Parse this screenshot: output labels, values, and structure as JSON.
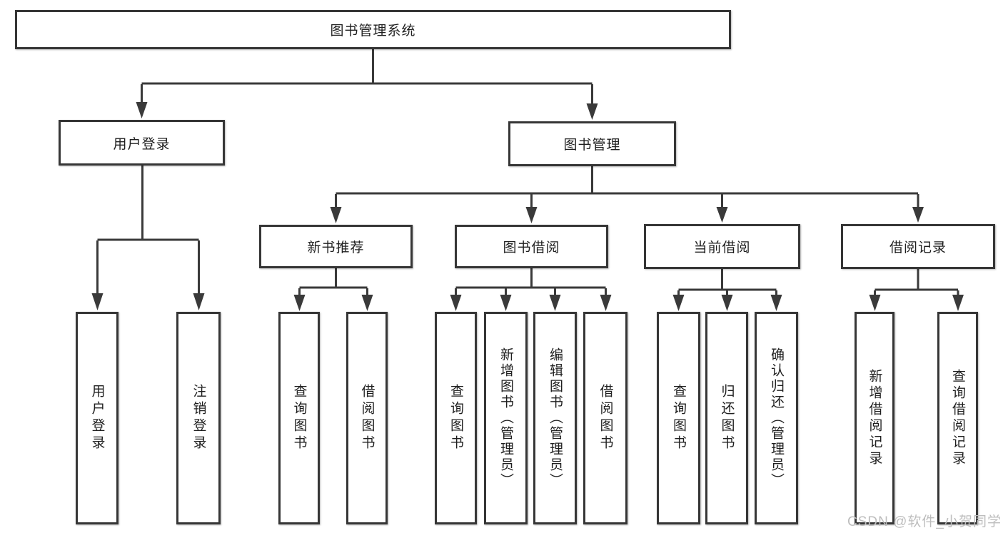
{
  "diagram": {
    "title": "图书管理系统",
    "root": "图书管理系统",
    "level2": {
      "user_login": "用户登录",
      "book_management": "图书管理"
    },
    "level3": {
      "new_book_recommend": "新书推荐",
      "book_borrow": "图书借阅",
      "current_borrow": "当前借阅",
      "borrow_records": "借阅记录"
    },
    "leaves": {
      "user_login": [
        "用户登录",
        "注销登录"
      ],
      "new_book_recommend": [
        "查询图书",
        "借阅图书"
      ],
      "book_borrow": [
        "查询图书",
        "新增图书（管理员）",
        "编辑图书（管理员）",
        "借阅图书"
      ],
      "current_borrow": [
        "查询图书",
        "归还图书",
        "确认归还（管理员）"
      ],
      "borrow_records": [
        "新增借阅记录",
        "查询借阅记录"
      ]
    }
  },
  "watermark": {
    "text": "CSDN @软件_小贺同学"
  },
  "colors": {
    "line": "#3a3a3a",
    "box_border": "#363636",
    "text": "#1f1f1f",
    "watermark": "#bdbdbd",
    "background": "#ffffff"
  }
}
